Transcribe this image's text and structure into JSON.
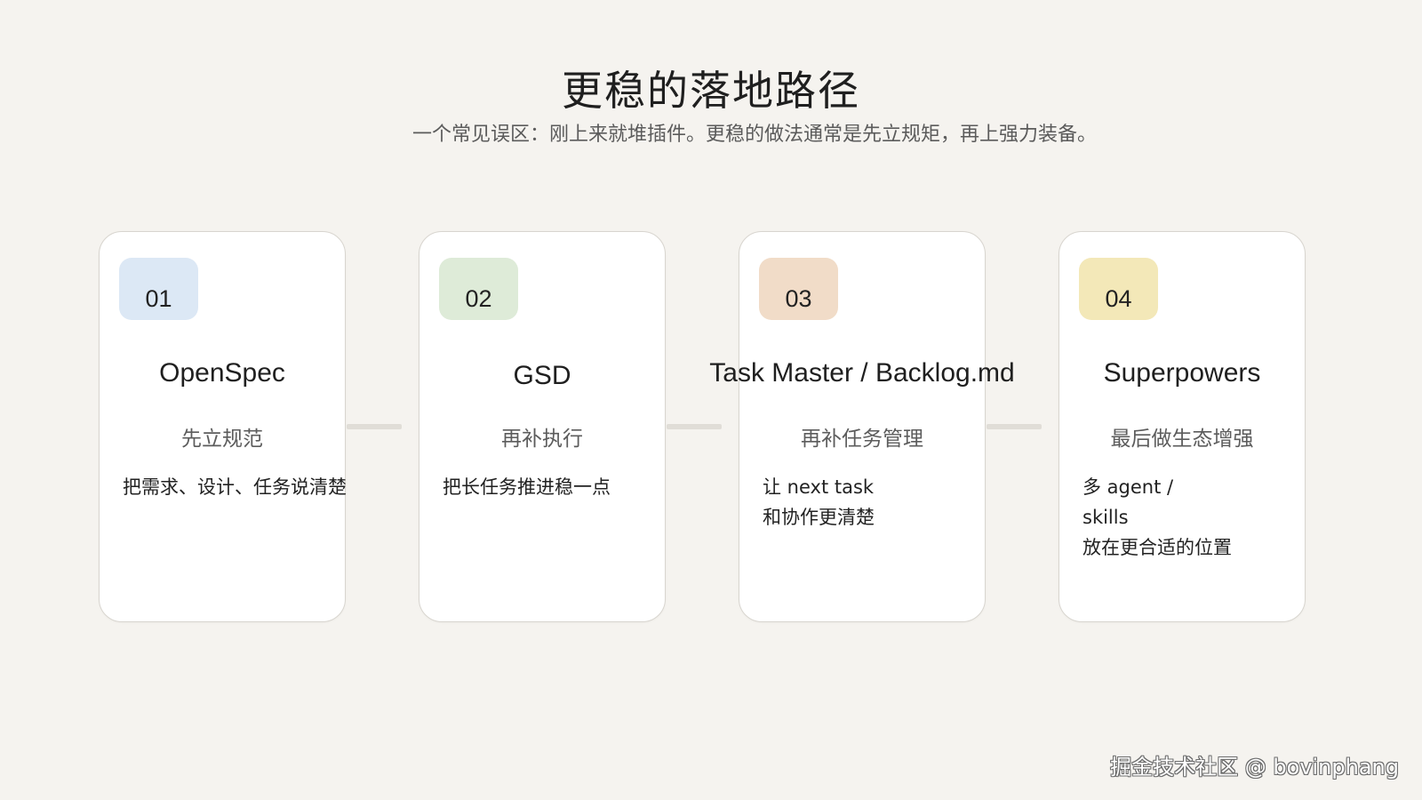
{
  "title": "更稳的落地路径",
  "subtitle": "一个常见误区：刚上来就堆插件。更稳的做法通常是先立规矩，再上强力装备。",
  "steps": [
    {
      "number": "01",
      "name": "OpenSpec",
      "role": "先立规范",
      "desc_lines": [
        "把需求、设计、任务说清楚"
      ],
      "badge_color": "#dce8f5"
    },
    {
      "number": "02",
      "name": "GSD",
      "role": "再补执行",
      "desc_lines": [
        "把长任务推进稳一点"
      ],
      "badge_color": "#deebd8"
    },
    {
      "number": "03",
      "name": "Task Master / Backlog.md",
      "role": "再补任务管理",
      "desc_lines": [
        "让 next task",
        "和协作更清楚"
      ],
      "badge_color": "#f1dcc8"
    },
    {
      "number": "04",
      "name": "Superpowers",
      "role": "最后做生态增强",
      "desc_lines": [
        "多 agent /",
        "skills",
        "放在更合适的位置"
      ],
      "badge_color": "#f3e8b8"
    }
  ],
  "watermark": "掘金技术社区 @ bovinphang",
  "colors": {
    "background": "#f5f3ef",
    "card": "#ffffff",
    "connector": "#e0ddd7"
  }
}
